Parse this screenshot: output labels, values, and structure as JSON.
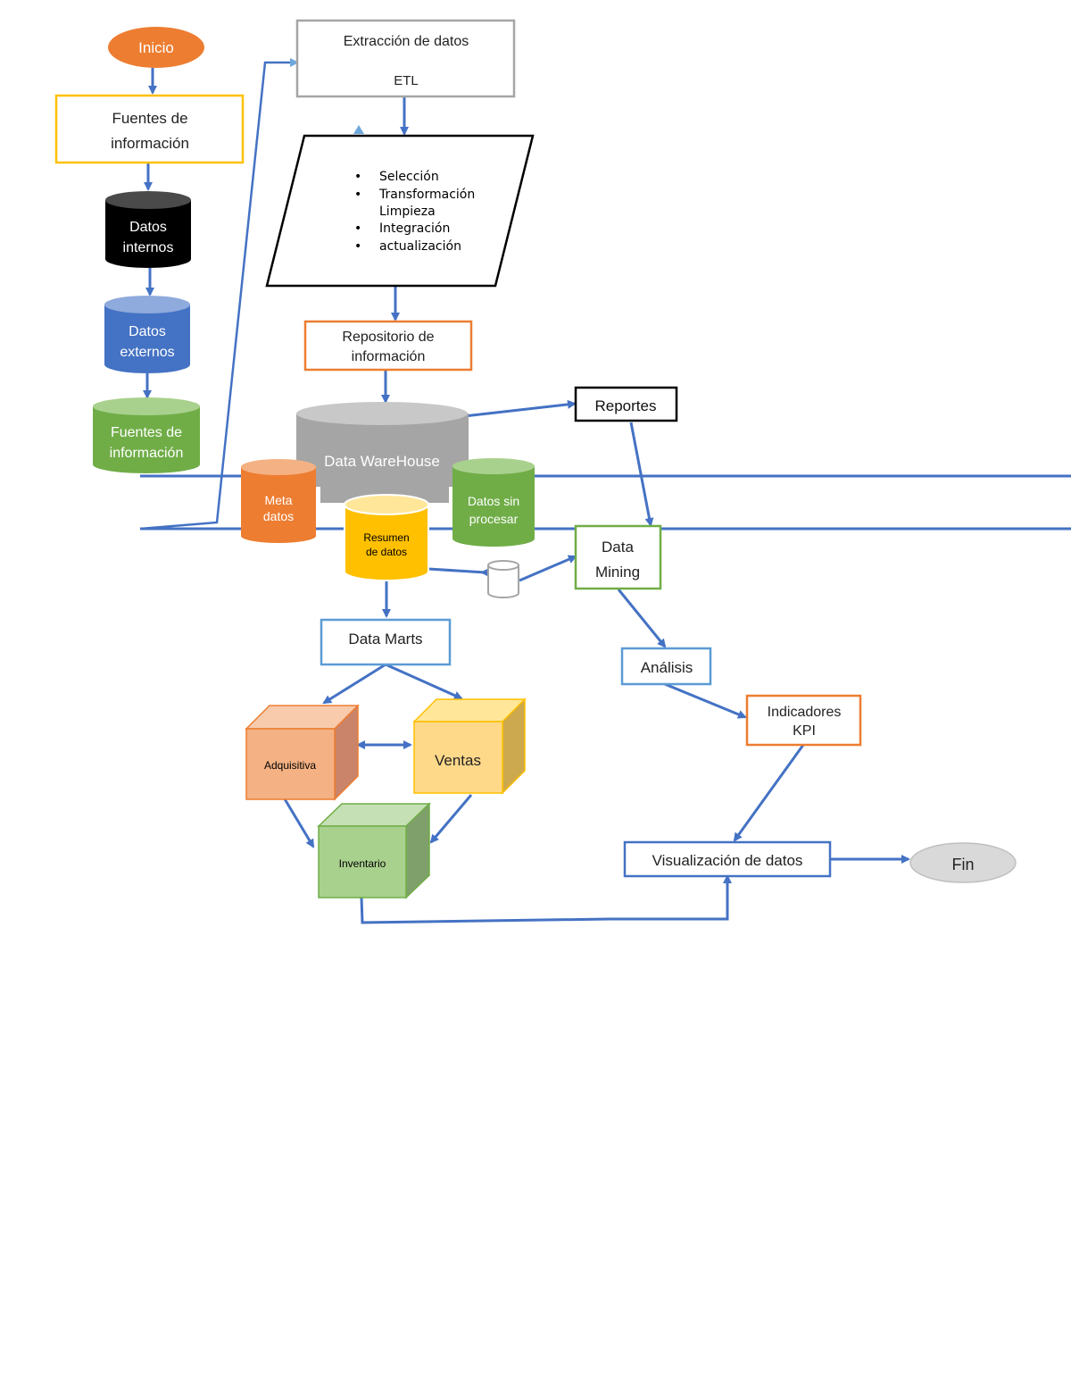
{
  "nodes": {
    "inicio": "Inicio",
    "fuentes_top": [
      "Fuentes de",
      "información"
    ],
    "datos_internos": [
      "Datos",
      "internos"
    ],
    "datos_externos": [
      "Datos",
      "externos"
    ],
    "fuentes_cyl": [
      "Fuentes de",
      "información"
    ],
    "etl_title": "Extracción de datos",
    "etl_sub": "ETL",
    "etl_steps": [
      "Selección",
      "Transformación",
      "Limpieza",
      "Integración",
      "actualización"
    ],
    "repositorio": [
      "Repositorio de",
      "información"
    ],
    "warehouse": "Data WareHouse",
    "reportes": "Reportes",
    "meta": [
      "Meta",
      "datos"
    ],
    "datos_sin": [
      "Datos sin",
      "procesar"
    ],
    "resumen": [
      "Resumen",
      "de datos"
    ],
    "mining": [
      "Data",
      "Mining"
    ],
    "marts": "Data Marts",
    "adquisitiva": "Adquisitiva",
    "ventas": "Ventas",
    "inventario": "Inventario",
    "analisis": "Análisis",
    "kpi": [
      "Indicadores",
      "KPI"
    ],
    "visualizacion": "Visualización de datos",
    "fin": "Fin"
  },
  "colors": {
    "arrow": "#4472C4",
    "orange": "#ED7D31",
    "yellow_border": "#FFC000",
    "green": "#70AD47",
    "gray": "#A5A5A5",
    "blue_border": "#5B9BD5"
  }
}
